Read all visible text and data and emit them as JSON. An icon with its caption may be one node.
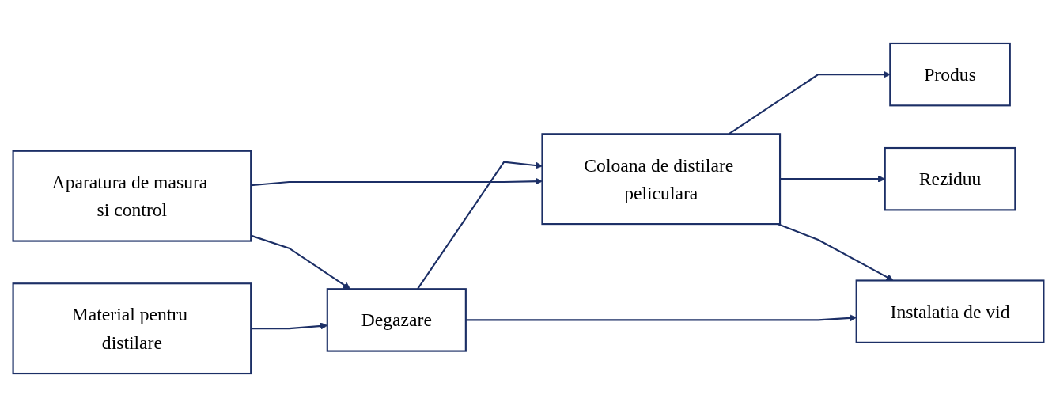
{
  "diagram": {
    "nodes": [
      {
        "text": [
          "Aparatura de masura si control"
        ]
      },
      {
        "text": [
          "Material pentru distilare"
        ]
      },
      {
        "text": [
          "Degazare"
        ]
      },
      {
        "text": [
          "Coloana de distilare peliculara"
        ]
      },
      {
        "text": [
          "Produs"
        ]
      },
      {
        "text": [
          "Reziduu"
        ]
      },
      {
        "text": [
          "Instalatia de vid"
        ]
      }
    ],
    "edges": [
      {
        "from": 1,
        "to": 2,
        "arrow": "to"
      },
      {
        "from": 0,
        "to": 2,
        "arrow": "to"
      },
      {
        "from": 0,
        "to": 3,
        "arrow": "to"
      },
      {
        "from": 2,
        "to": 3,
        "arrow": "to"
      },
      {
        "from": 3,
        "to": 4,
        "arrow": "to"
      },
      {
        "from": 3,
        "to": 5,
        "arrow": "to"
      },
      {
        "from": 2,
        "to": 6,
        "arrow": "to"
      },
      {
        "from": 3,
        "to": 6,
        "arrow": "to"
      }
    ]
  }
}
